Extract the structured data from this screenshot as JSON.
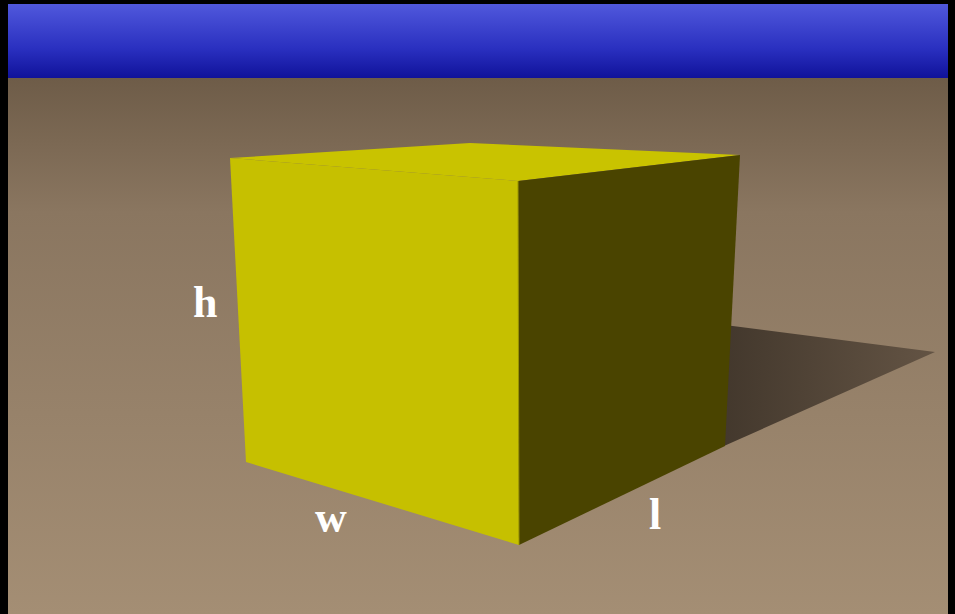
{
  "diagram": {
    "labels": [
      "h",
      "w",
      "l"
    ]
  }
}
